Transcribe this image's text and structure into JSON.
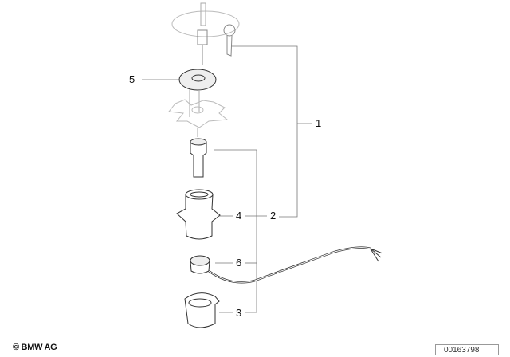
{
  "callouts": {
    "c1": "1",
    "c2": "2",
    "c3": "3",
    "c4": "4",
    "c5": "5",
    "c6": "6"
  },
  "footer": {
    "copyright": "© BMW AG",
    "document_number": "00163798"
  }
}
